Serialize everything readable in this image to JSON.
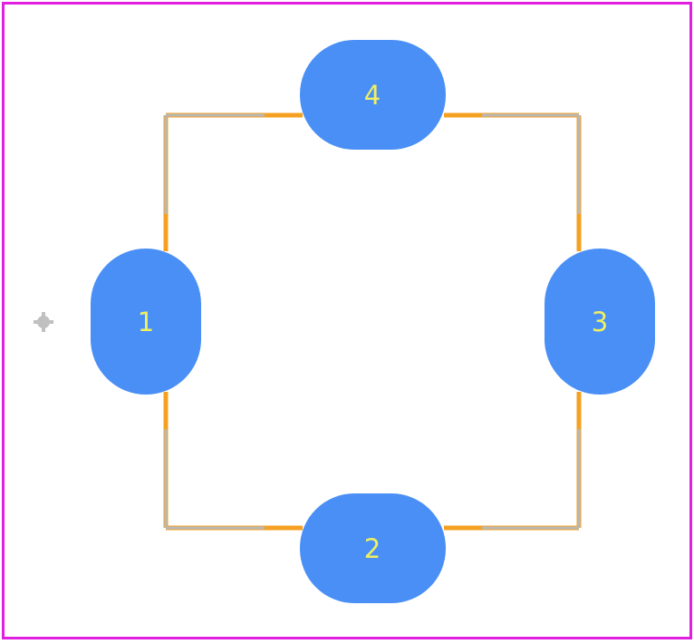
{
  "colors": {
    "background": "#ffffff",
    "board_outline": "#e020e0",
    "silkscreen": "#f5a020",
    "courtyard": "#b8b8b8",
    "pad": "#4a8ff5",
    "pad_label": "#f0f060",
    "origin_marker": "#c0c0c0"
  },
  "pads": [
    {
      "label": "1",
      "shape": "vertical-oval"
    },
    {
      "label": "2",
      "shape": "horizontal-oval"
    },
    {
      "label": "3",
      "shape": "vertical-oval"
    },
    {
      "label": "4",
      "shape": "horizontal-oval"
    }
  ],
  "icons": {
    "origin": "origin-crosshair-icon"
  }
}
